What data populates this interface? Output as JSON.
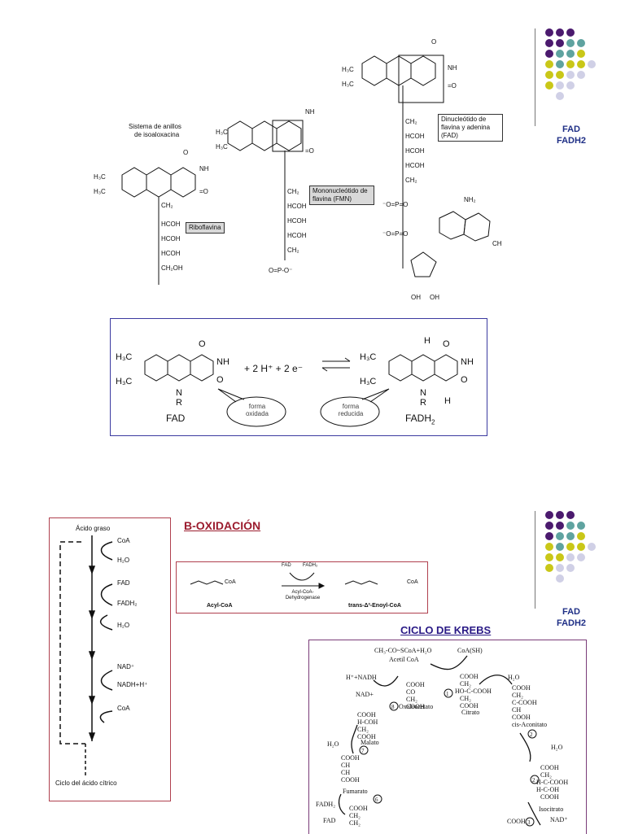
{
  "sidebar_top": {
    "line1": "FAD",
    "line2": "FADH2"
  },
  "sidebar_bottom": {
    "line1": "FAD",
    "line2": "FADH2"
  },
  "dots_colors": [
    "#4b1a6e",
    "#4b1a6e",
    "#4b1a6e",
    "#4b1a6e",
    "#5fa3a0",
    "#5fa3a0",
    "#5fa3a0",
    "#c9c718",
    "#c9c718",
    "#c9c718",
    "#c9c718",
    "#d0d0e6",
    "#c9c718",
    "#d0d0e6",
    "#d0d0e6",
    "#d0d0e6"
  ],
  "structures": {
    "isoalloxazine_caption": "Sistema de anillos de isoaloxacina",
    "riboflavina": "Riboflavina",
    "fmn": "Mononucleótido de flavina (FMN)",
    "fad_box": "Dinucleótido de flavina y adenina (FAD)"
  },
  "redox": {
    "fad": "FAD",
    "fadh2": "FADH",
    "fadh2_sub": "2",
    "oxidized_bubble": "forma oxidada",
    "reduced_bubble": "forma reducida",
    "equation_middle": "+ 2 H⁺ + 2 e⁻"
  },
  "beta": {
    "title": "B-OXIDACIÓN",
    "acido_graso": "Ácido graso",
    "coa1": "CoA",
    "h2o1": "H₂O",
    "fad": "FAD",
    "fadh2": "FADH₂",
    "h2o2": "H₂O",
    "nad": "NAD⁺",
    "nadh": "NADH+H⁺",
    "coa2": "CoA",
    "ciclo": "Ciclo del ácido cítrico",
    "reaction": {
      "reactant": "Acyl-CoA",
      "product": "trans-Δ²-Enoyl-CoA",
      "enzyme": "Acyl-CoA-Dehydrogenase",
      "fad": "FAD",
      "fadh2": "FADH₂",
      "coa_r": "CoA",
      "coa_p": "CoA"
    }
  },
  "krebs": {
    "title": "CICLO DE KREBS",
    "acetil": "CH₃-CO~SCoA+H₂O",
    "acetil_name": "Acetil CoA",
    "coash": "CoA(SH)",
    "h_nadh": "H⁺+NADH",
    "nad1": "NAD+",
    "oxaloacetato": "Oxaloacetato",
    "citrato": "Citrato",
    "h2o_a": "H₂O",
    "cis_aconitato": "cis-Aconitato",
    "malato": "Malato",
    "h2o_b": "H₂O",
    "h2o_c": "H₂O",
    "fumarato": "Fumarato",
    "isocitrato": "Isocitrato",
    "fadh2": "FADH₂",
    "fad": "FAD",
    "nad2": "NAD⁺"
  }
}
